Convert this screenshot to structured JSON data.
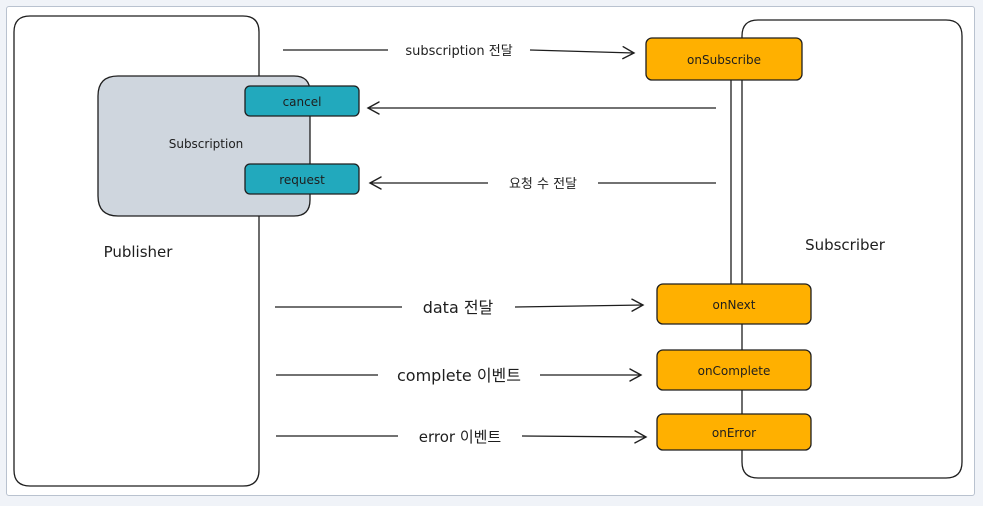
{
  "publisher": {
    "label": "Publisher"
  },
  "subscriber": {
    "label": "Subscriber"
  },
  "subscription": {
    "label": "Subscription",
    "cancel": "cancel",
    "request": "request"
  },
  "methods": {
    "on_subscribe": "onSubscribe",
    "on_next": "onNext",
    "on_complete": "onComplete",
    "on_error": "onError"
  },
  "arrows": {
    "subscription_pass": "subscription 전달",
    "request_count": "요청 수 전달",
    "data_pass": "data 전달",
    "complete_event": "complete 이벤트",
    "error_event": "error 이벤트"
  },
  "colors": {
    "method_fill": "#ffb000",
    "subscription_btn_fill": "#22a9bd",
    "subscription_box_fill": "#cfd6de",
    "stroke": "#1e1e1e",
    "frame_background": "#f0f3f8"
  }
}
